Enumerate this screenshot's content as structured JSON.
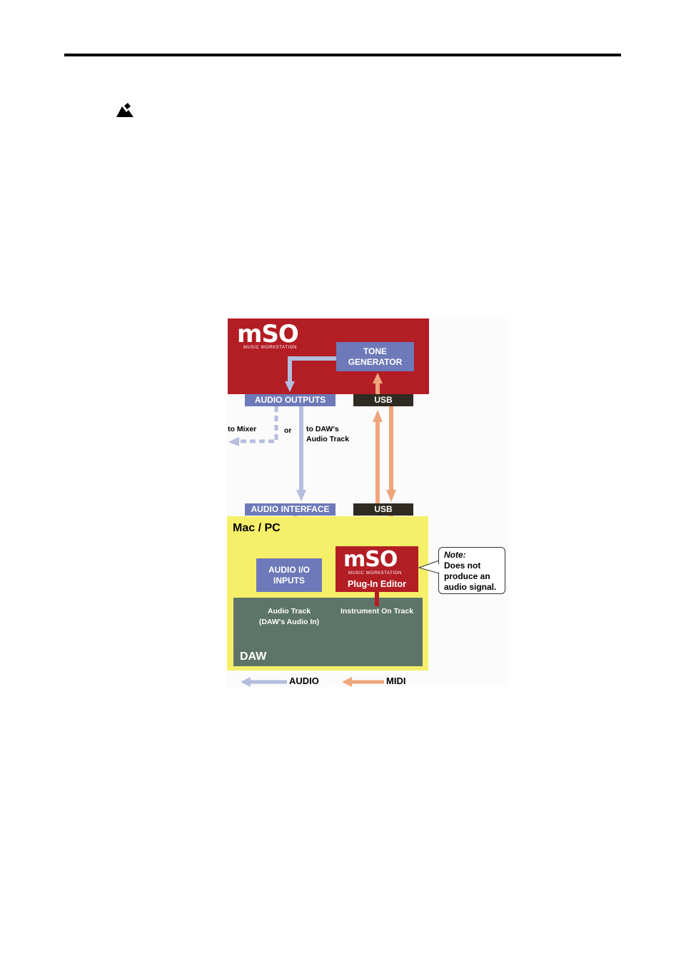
{
  "diagram": {
    "mso_logo": "mSO",
    "mso_subtitle": "MUSIC WORKSTATION",
    "tone_generator": "TONE\nGENERATOR",
    "audio_outputs": "AUDIO OUTPUTS",
    "usb_top": "USB",
    "to_mixer": "to Mixer",
    "or": "or",
    "to_daw_audio_track": "to DAW's\nAudio Track",
    "audio_interface": "AUDIO INTERFACE",
    "usb_bottom": "USB",
    "mac_pc": "Mac / PC",
    "audio_io_inputs": "AUDIO I/O\nINPUTS",
    "plugin_logo": "mSO",
    "plugin_subtitle": "MUSIC WORKSTATION",
    "plugin_editor": "Plug-In Editor",
    "audio_track": "Audio Track\n(DAW's Audio In)",
    "instrument_on_track": "Instrument On Track",
    "daw": "DAW",
    "note_title": "Note:",
    "note_body": "Does not\nproduce an\naudio signal.",
    "legend_audio": "AUDIO",
    "legend_midi": "MIDI"
  },
  "colors": {
    "mso_red": "#b31d24",
    "mac_yellow": "#f6ef6a",
    "daw_green": "#5d7468",
    "label_purple": "#6d79b8",
    "usb_dark": "#2f2b22",
    "audio_arrow": "#b3bedd",
    "midi_arrow": "#eea57b"
  },
  "icons": {
    "note_icon": "pencil-note-icon"
  }
}
